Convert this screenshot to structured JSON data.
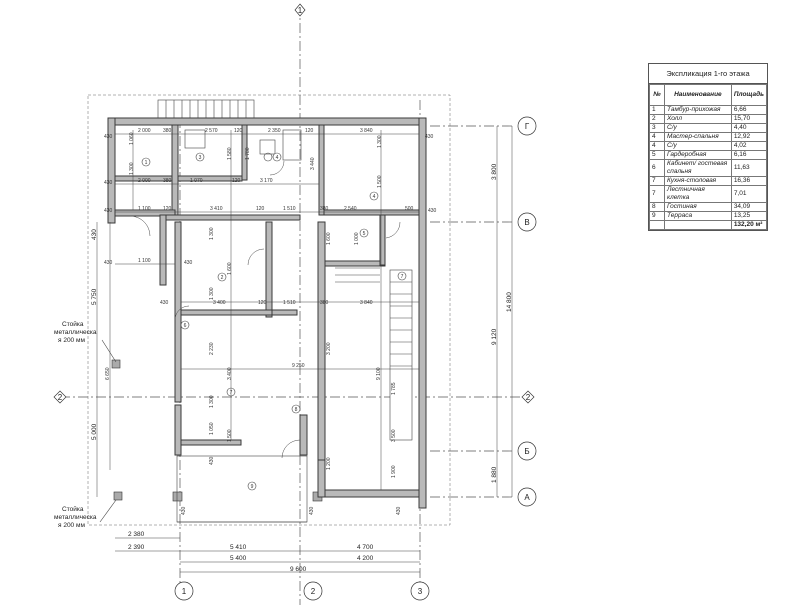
{
  "legend": {
    "title": "Экспликация 1-го этажа",
    "headers": {
      "num": "№",
      "name": "Наименование",
      "area": "Площадь"
    },
    "rows": [
      {
        "num": "1",
        "name": "Тамбур-прихожая",
        "area": "6,66"
      },
      {
        "num": "2",
        "name": "Холл",
        "area": "15,70"
      },
      {
        "num": "3",
        "name": "С/у",
        "area": "4,40"
      },
      {
        "num": "4",
        "name": "Мастер-спальня",
        "area": "12,92"
      },
      {
        "num": "4",
        "name": "С/у",
        "area": "4,02"
      },
      {
        "num": "5",
        "name": "Гардеробная",
        "area": "6,16"
      },
      {
        "num": "6",
        "name": "Кабинет/ гостевая спальня",
        "area": "11,63"
      },
      {
        "num": "7",
        "name": "Кухня-столовая",
        "area": "16,36"
      },
      {
        "num": "7",
        "name": "Лестничная клетка",
        "area": "7,01"
      },
      {
        "num": "8",
        "name": "Гостиная",
        "area": "34,09"
      },
      {
        "num": "9",
        "name": "Терраса",
        "area": "13,25"
      }
    ],
    "total": "132,20 м²"
  },
  "axes": {
    "top": "1",
    "left": "2",
    "right": "2",
    "row_g": "Г",
    "row_v": "В",
    "row_b": "Б",
    "row_a": "А",
    "bottom_1": "1",
    "bottom_2": "2",
    "bottom_3": "3"
  },
  "notes": {
    "post_1": [
      "Стойка",
      "металлическа",
      "я 200 мм"
    ],
    "post_2": [
      "Стойка",
      "металлическа",
      "я 200 мм"
    ]
  },
  "dims": {
    "bottom": {
      "d1": "2 380",
      "d2": "2 390",
      "d3": "5 410",
      "d4": "4 700",
      "d5": "5 400",
      "d6": "4 200",
      "d7": "9 600"
    },
    "right": {
      "r1": "3 800",
      "r2": "14 800",
      "r3": "9 120",
      "r4": "1 880"
    },
    "left": {
      "l1": "430",
      "l2": "5 750",
      "l3": "5 000",
      "l4": "6 650"
    },
    "top_row": [
      "430",
      "2 000",
      "380",
      "2 570",
      "120",
      "2 350",
      "120",
      "3 840",
      "430"
    ],
    "row2": [
      "430",
      "2 000",
      "380",
      "1 070",
      "120",
      "3 170"
    ],
    "row3": [
      "430",
      "1 100",
      "120",
      "3 410",
      "120",
      "1 510",
      "380",
      "2 540",
      "500",
      "430"
    ],
    "row4": [
      "430",
      "1 100",
      "430"
    ],
    "row5": [
      "430",
      "3 400",
      "120",
      "1 510",
      "380",
      "3 840"
    ],
    "mid": [
      "9 250",
      "9 100",
      "1 785",
      "3 500",
      "1 900",
      "3 200",
      "1 600",
      "1 000"
    ],
    "vert": [
      "1 060",
      "1 300",
      "1 580",
      "1 780",
      "3 440",
      "1 300",
      "1 500",
      "1 300",
      "1 600",
      "1 300",
      "2 230",
      "3 400",
      "1 300",
      "1 500",
      "1 050",
      "1 200",
      "430",
      "430",
      "430",
      "430"
    ]
  },
  "rooms": [
    "1",
    "2",
    "3",
    "4",
    "4",
    "5",
    "6",
    "7",
    "7",
    "8",
    "9"
  ]
}
